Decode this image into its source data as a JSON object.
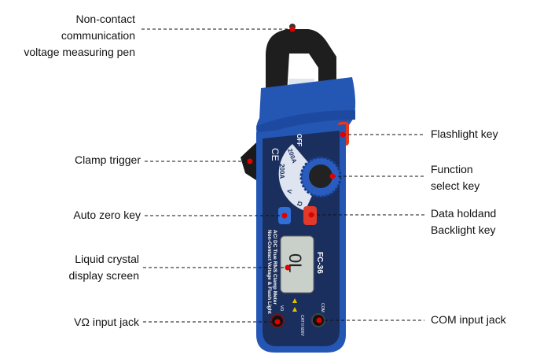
{
  "labels_left": [
    {
      "id": "pen",
      "lines": [
        "Non-contact",
        "communication",
        "voltage measuring pen"
      ]
    },
    {
      "id": "trigger",
      "lines": [
        "Clamp trigger"
      ]
    },
    {
      "id": "autozero",
      "lines": [
        "Auto zero key"
      ]
    },
    {
      "id": "lcd",
      "lines": [
        "Liquid crystal",
        "display screen"
      ]
    },
    {
      "id": "vjack",
      "lines": [
        "VΩ input jack"
      ]
    }
  ],
  "labels_right": [
    {
      "id": "flash",
      "lines": [
        "Flashlight key"
      ]
    },
    {
      "id": "function",
      "lines": [
        "Function",
        "select key"
      ]
    },
    {
      "id": "hold",
      "lines": [
        "Data holdand",
        "Backlight key"
      ]
    },
    {
      "id": "com",
      "lines": [
        "COM input jack"
      ]
    }
  ],
  "device": {
    "ce_mark": "CE",
    "dial_off": "OFF",
    "dial_ac": "200A",
    "dial_dc": "200A",
    "dial_v": "V",
    "dial_ohm": "Ω",
    "title_line1": "AC/ DC True RMS Clamp Meter",
    "title_line2": "Non-Contact Voltage & Flash Light",
    "model": "FC-36",
    "lcd_reading": "0L",
    "cat_rating": "CAT II 600V",
    "com_label": "COM",
    "v_label": "VΩ"
  },
  "colors": {
    "marker": "#e00000",
    "body_blue": "#1f4fa8",
    "panel": "#1b2f5e",
    "jaw": "#1e1e1e"
  }
}
